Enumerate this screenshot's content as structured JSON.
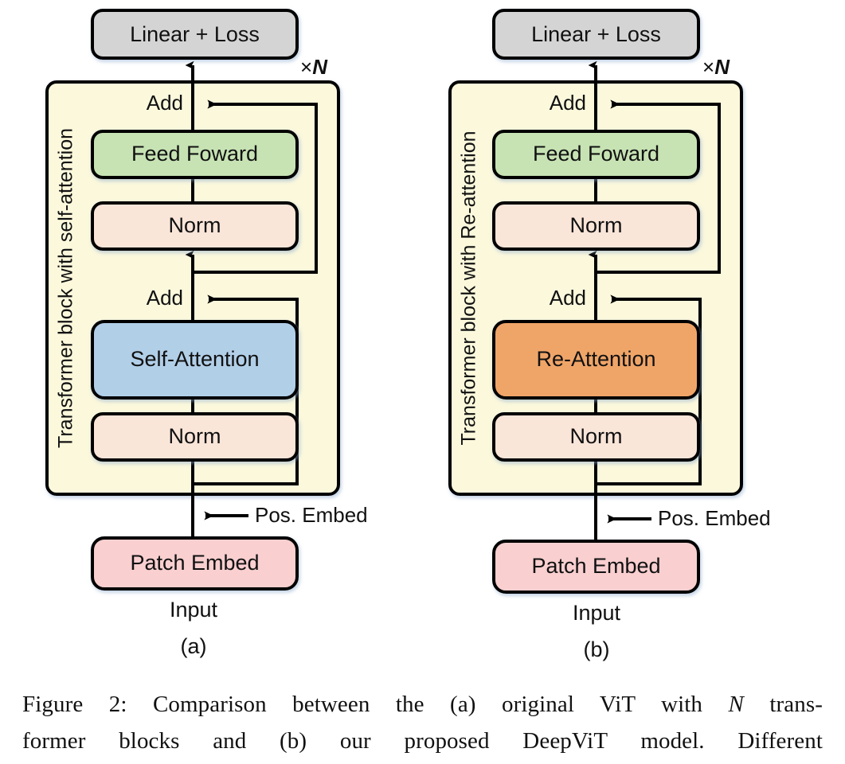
{
  "figure": {
    "caption_line1_pre": "Figure 2: Comparison between the (a) original ViT with ",
    "caption_line1_italic": "N",
    "caption_line1_post": " trans-",
    "caption_line2": "former blocks and (b) our proposed DeepViT model.  Different"
  },
  "colors": {
    "linear_loss": "#d4d4d4",
    "feed_forward": "#c7e3b4",
    "norm": "#fae5d9",
    "self_attention": "#b2cfe8",
    "re_attention": "#f0a567",
    "patch_embed": "#f9cfd0",
    "panel_background": "#fbf8dc",
    "stroke": "#000000",
    "page_background": "#ffffff"
  },
  "panels": [
    {
      "id": "a",
      "tag": "(a)",
      "vertical_label": "Transformer block with self-attention",
      "repeat_label_prefix": "×",
      "repeat_label_italic": "N",
      "top_box": "Linear + Loss",
      "add_upper": "Add",
      "add_lower": "Add",
      "block_feed_forward": "Feed Foward",
      "block_norm_upper": "Norm",
      "block_attention": "Self-Attention",
      "block_norm_lower": "Norm",
      "pos_embed": "Pos. Embed",
      "patch_embed": "Patch Embed",
      "input_label": "Input"
    },
    {
      "id": "b",
      "tag": "(b)",
      "vertical_label": "Transformer block with Re-attention",
      "repeat_label_prefix": "×",
      "repeat_label_italic": "N",
      "top_box": "Linear + Loss",
      "add_upper": "Add",
      "add_lower": "Add",
      "block_feed_forward": "Feed Foward",
      "block_norm_upper": "Norm",
      "block_attention": "Re-Attention",
      "block_norm_lower": "Norm",
      "pos_embed": "Pos. Embed",
      "patch_embed": "Patch Embed",
      "input_label": "Input"
    }
  ]
}
